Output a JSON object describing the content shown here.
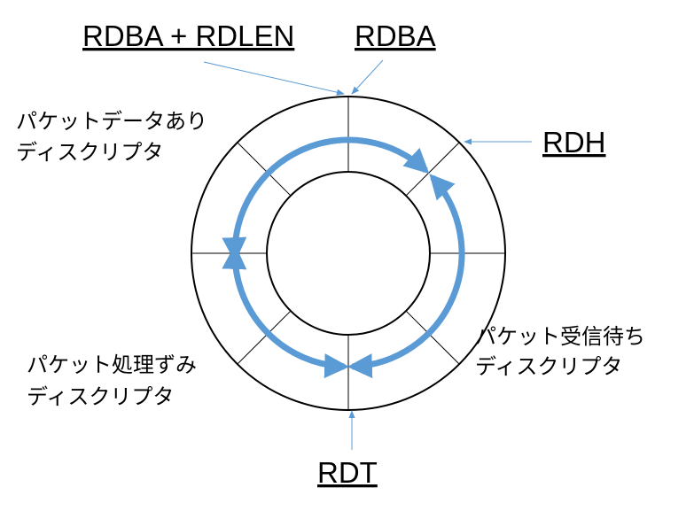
{
  "labels": {
    "rdba_rdlen": "RDBA + RDLEN",
    "rdba": "RDBA",
    "rdh": "RDH",
    "rdt": "RDT"
  },
  "regions": {
    "packet_data": [
      "パケットデータあり",
      "ディスクリプタ"
    ],
    "waiting": [
      "パケット受信待ち",
      "ディスクリプタ"
    ],
    "processed": [
      "パケット処理ずみ",
      "ディスクリプタ"
    ]
  },
  "colors": {
    "arrow": "#5B9BD5",
    "pointer": "#5B9BD5",
    "ring": "#000000"
  }
}
